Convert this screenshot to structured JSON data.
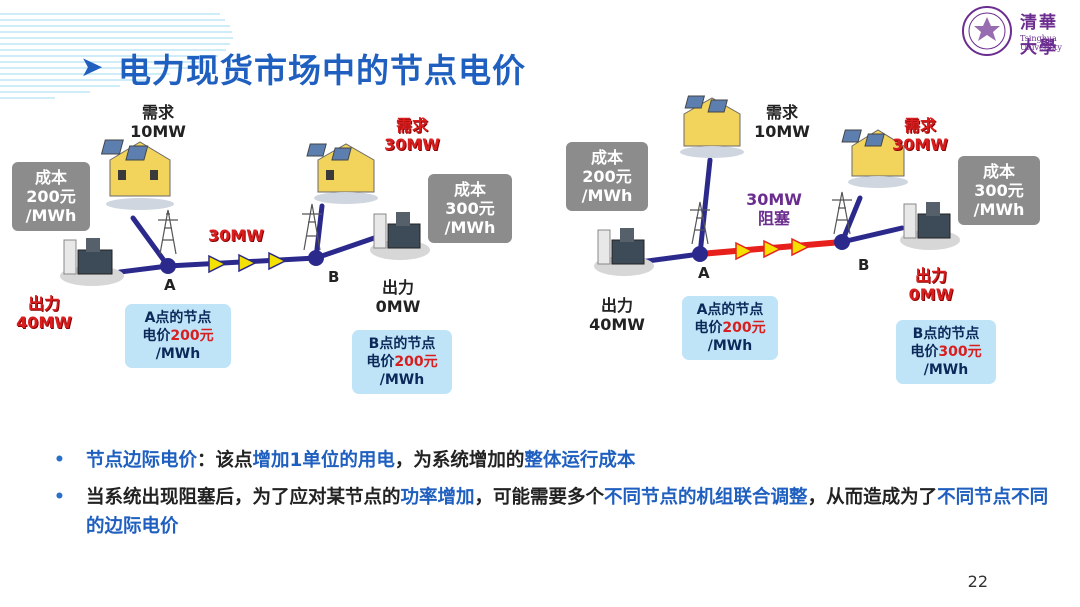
{
  "title": "电力现货市场中的节点电价",
  "page_number": "22",
  "logo": {
    "text": "清華大學",
    "sub": "Tsinghua University"
  },
  "left": {
    "cost_a": [
      "成本",
      "200元",
      "/MWh"
    ],
    "demand": [
      "需求",
      "10MW"
    ],
    "demand_b": [
      "需求",
      "30MW"
    ],
    "cost_b": [
      "成本",
      "300元",
      "/MWh"
    ],
    "flow": "30MW",
    "node_a": "A",
    "node_b": "B",
    "output_a": [
      "出力",
      "40MW"
    ],
    "output_b": [
      "出力",
      "0MW"
    ],
    "price_a": {
      "line1": "A点的节点",
      "pre": "电价",
      "value": "200元",
      "line3": "/MWh"
    },
    "price_b": {
      "line1": "B点的节点",
      "pre": "电价",
      "value": "200元",
      "line3": "/MWh"
    }
  },
  "right": {
    "cost_a": [
      "成本",
      "200元",
      "/MWh"
    ],
    "demand": [
      "需求",
      "10MW"
    ],
    "demand_b": [
      "需求",
      "30MW"
    ],
    "cost_b": [
      "成本",
      "300元",
      "/MWh"
    ],
    "flow": [
      "30MW",
      "阻塞"
    ],
    "node_a": "A",
    "node_b": "B",
    "output_a": [
      "出力",
      "40MW"
    ],
    "output_b": [
      "出力",
      "0MW"
    ],
    "price_a": {
      "line1": "A点的节点",
      "pre": "电价",
      "value": "200元",
      "line3": "/MWh"
    },
    "price_b": {
      "line1": "B点的节点",
      "pre": "电价",
      "value": "300元",
      "line3": "/MWh"
    }
  },
  "bullets": [
    {
      "parts": [
        {
          "t": "节点边际电价",
          "hl": true
        },
        {
          "t": "：该点",
          "hl": false
        },
        {
          "t": "增加1单位的用电",
          "hl": true
        },
        {
          "t": "，为系统增加的",
          "hl": false
        },
        {
          "t": "整体运行成本",
          "hl": true
        }
      ]
    },
    {
      "parts": [
        {
          "t": "当系统出现阻塞后，为了应对某节点的",
          "hl": false
        },
        {
          "t": "功率增加",
          "hl": true
        },
        {
          "t": "，可能需要多个",
          "hl": false
        },
        {
          "t": "不同节点的机组联合调整",
          "hl": true
        },
        {
          "t": "，从而造成为了",
          "hl": false
        },
        {
          "t": "不同节点不同的边际电价",
          "hl": true
        }
      ]
    }
  ],
  "colors": {
    "title": "#1f5fbf",
    "red": "#d81e1e",
    "line": "#2b2a8c",
    "grey": "#8c8c8c",
    "blue_box": "#bfe3f7"
  }
}
